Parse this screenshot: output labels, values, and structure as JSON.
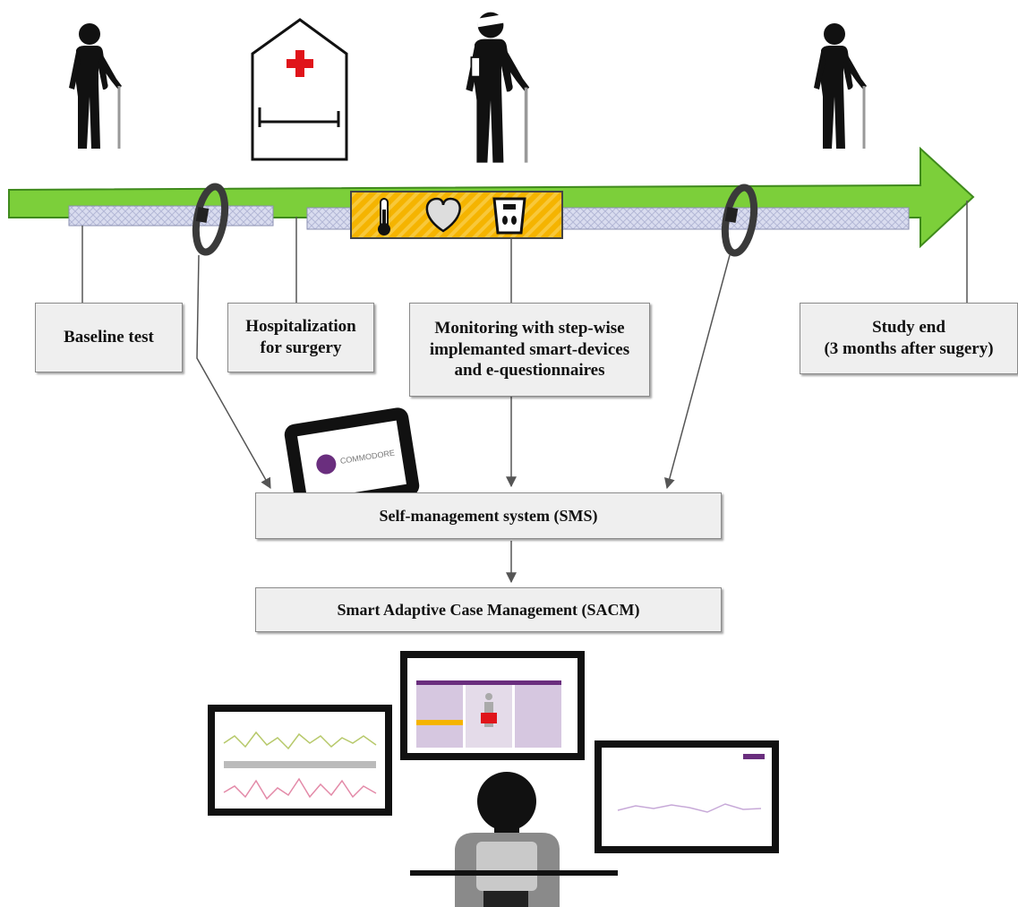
{
  "labels": {
    "baseline": "Baseline test",
    "hospital_l1": "Hospitalization",
    "hospital_l2": "for surgery",
    "monitor_l1": "Monitoring with step-wise",
    "monitor_l2": "implemanted smart-devices",
    "monitor_l3": "and e-questionnaires",
    "studyend_l1": "Study end",
    "studyend_l2": "(3 months after sugery)",
    "sms": "Self-management system (SMS)",
    "sacm": "Smart Adaptive Case Management (SACM)",
    "tablet_brand": "COMMODORE"
  },
  "colors": {
    "arrow_green": "#7ccf3a",
    "arrow_dark": "#3f8a1c",
    "phase_bar": "#d9dcef",
    "device_bar": "#f5b400",
    "cross_red": "#e0141a",
    "screen_purple": "#6a2e7e"
  },
  "icons": [
    "elderly-person-cane-icon",
    "hospital-icon",
    "thermometer-icon",
    "heart-icon",
    "scale-icon",
    "wristband-icon",
    "tablet-icon",
    "monitor-icon",
    "clinician-icon"
  ]
}
